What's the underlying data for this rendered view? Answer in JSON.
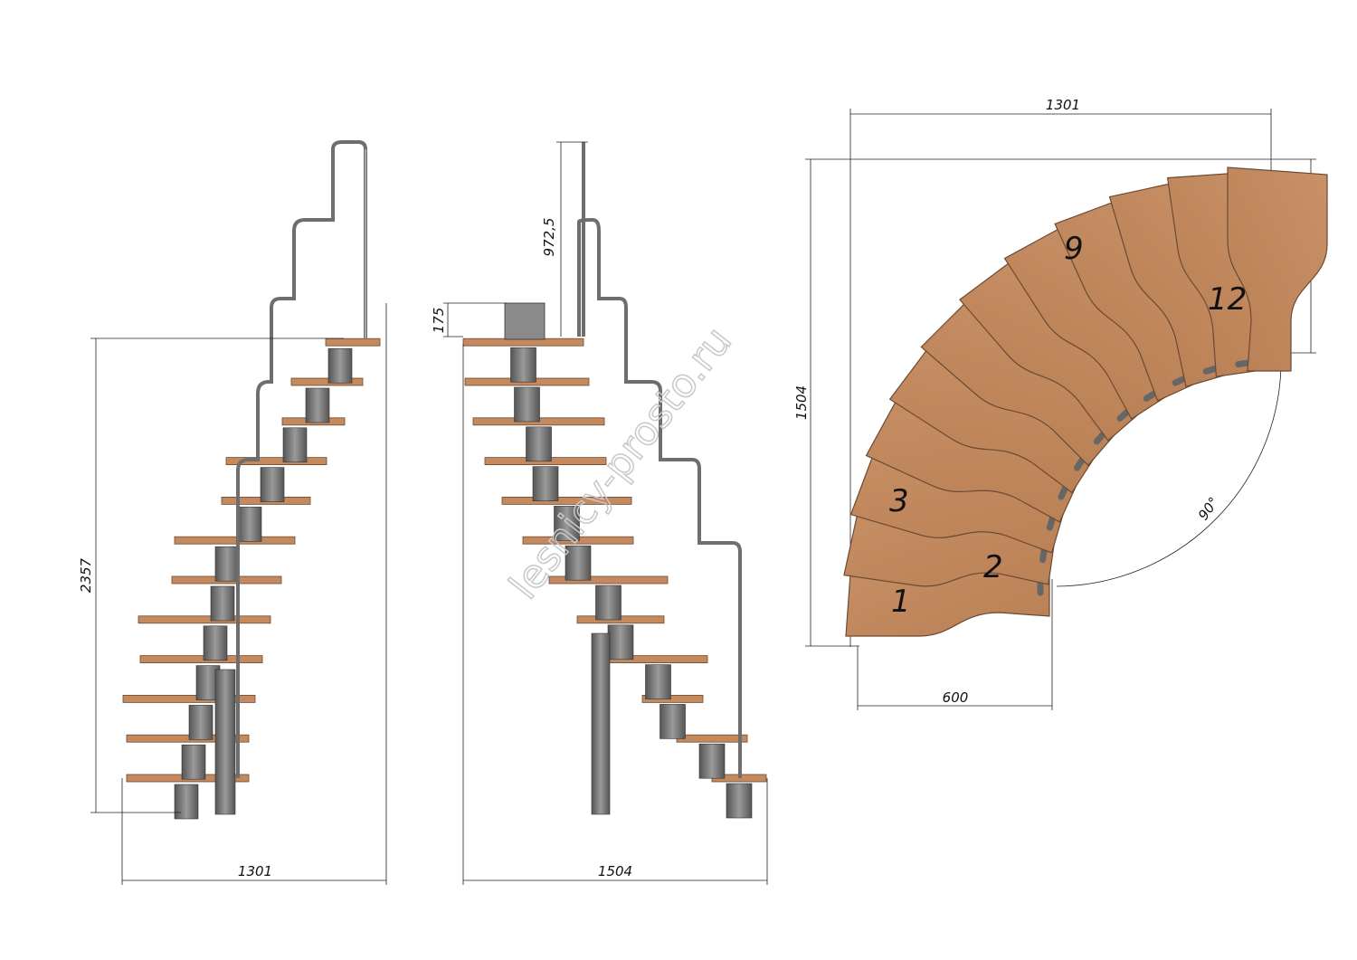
{
  "side_view_left": {
    "width_label": "1301",
    "height_label": "2357"
  },
  "side_view_middle": {
    "width_label": "1504",
    "rail_height_label": "972,5",
    "platform_label": "175"
  },
  "plan_view": {
    "width_label": "1301",
    "height_label": "1504",
    "top_depth_label": "600",
    "bottom_width_label": "600",
    "angle_label": "90°",
    "step_numbers": {
      "s1": "1",
      "s2": "2",
      "s3": "3",
      "s9": "9",
      "s12": "12"
    }
  },
  "watermark": "lesnicy-prosto.ru",
  "colors": {
    "wood": "#c48a5e",
    "wood_edge": "#6b4a33",
    "metal": "#6e6e6e",
    "metal_light": "#a8a8a8"
  }
}
